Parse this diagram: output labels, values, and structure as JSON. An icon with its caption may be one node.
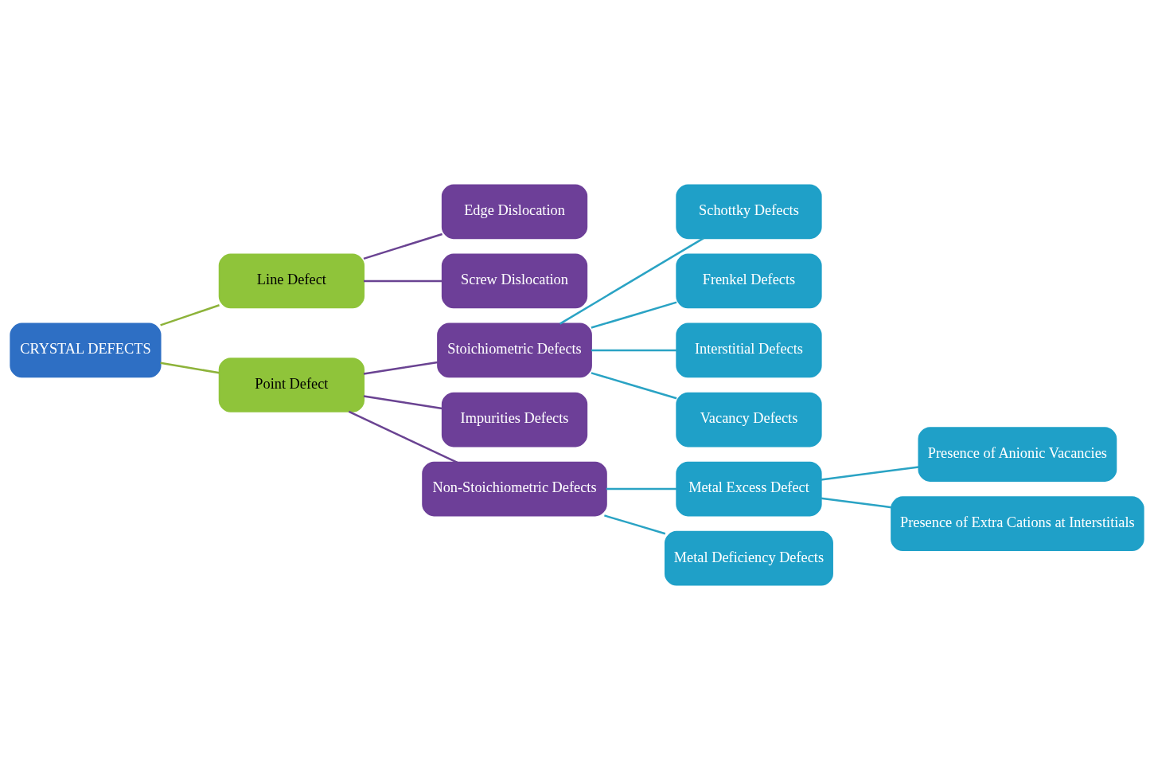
{
  "diagram": {
    "nodes": [
      {
        "text": [
          "CRYSTAL DEFECTS"
        ]
      },
      {
        "text": [
          "Line Defect"
        ]
      },
      {
        "text": [
          "Edge Dislocation"
        ]
      },
      {
        "text": [
          "Screw Dislocation"
        ]
      },
      {
        "text": [
          "Point Defect"
        ]
      },
      {
        "text": [
          "Stoichiometric Defects"
        ]
      },
      {
        "text": [
          "Schottky Defects"
        ]
      },
      {
        "text": [
          "Frenkel Defects"
        ]
      },
      {
        "text": [
          "Interstitial Defects"
        ]
      },
      {
        "text": [
          "Vacancy Defects"
        ]
      },
      {
        "text": [
          "Impurities Defects"
        ]
      },
      {
        "text": [
          "Non-Stoichiometric Defects"
        ]
      },
      {
        "text": [
          "Metal Excess Defect"
        ]
      },
      {
        "text": [
          "Presence of Anionic Vacancies"
        ]
      },
      {
        "text": [
          "Presence of Extra Cations at Interstitials"
        ]
      },
      {
        "text": [
          "Metal Deficiency Defects"
        ]
      }
    ],
    "edges": [
      {
        "from": 0,
        "to": 1,
        "arrow": "none",
        "color": "#8db33a"
      },
      {
        "from": 0,
        "to": 4,
        "arrow": "none",
        "color": "#8db33a"
      },
      {
        "from": 1,
        "to": 2,
        "arrow": "none",
        "color": "#6a4392"
      },
      {
        "from": 1,
        "to": 3,
        "arrow": "none",
        "color": "#6a4392"
      },
      {
        "from": 4,
        "to": 5,
        "arrow": "none",
        "color": "#6a4392"
      },
      {
        "from": 4,
        "to": 10,
        "arrow": "none",
        "color": "#6a4392"
      },
      {
        "from": 4,
        "to": 11,
        "arrow": "none",
        "color": "#6a4392"
      },
      {
        "from": 5,
        "to": 6,
        "arrow": "none"
      },
      {
        "from": 5,
        "to": 7,
        "arrow": "none"
      },
      {
        "from": 5,
        "to": 8,
        "arrow": "none"
      },
      {
        "from": 5,
        "to": 9,
        "arrow": "none"
      },
      {
        "from": 11,
        "to": 12,
        "arrow": "none"
      },
      {
        "from": 11,
        "to": 15,
        "arrow": "none"
      },
      {
        "from": 12,
        "to": 13,
        "arrow": "none"
      },
      {
        "from": 12,
        "to": 14,
        "arrow": "none"
      }
    ]
  }
}
